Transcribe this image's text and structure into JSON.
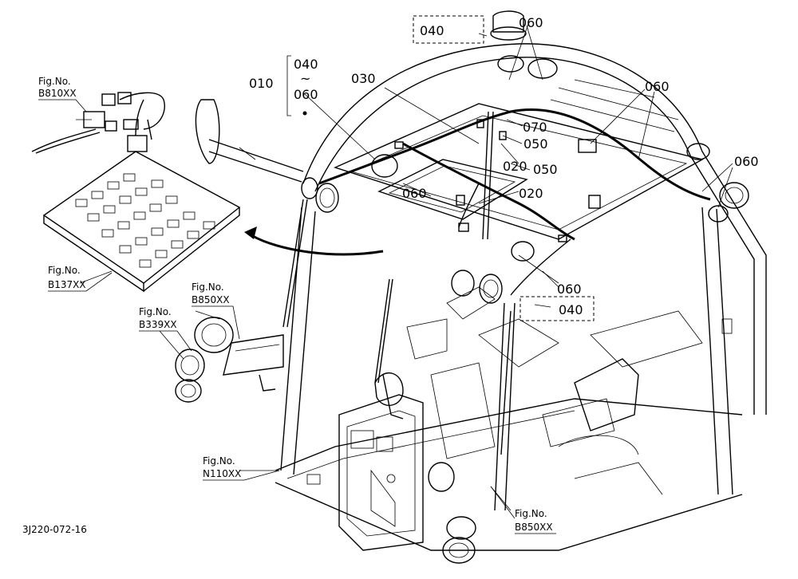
{
  "callouts": {
    "c010": "010",
    "c040_top": "040",
    "c040_range": "040",
    "c_tilde": "~",
    "c060_range": "060",
    "c060_top": "060",
    "c030": "030",
    "c070": "070",
    "c050_a": "050",
    "c020_a": "020",
    "c050_b": "050",
    "c060_right_a": "060",
    "c060_right_b": "060",
    "c060_left": "060",
    "c020_b": "020",
    "c060_center": "060",
    "c040_center": "040"
  },
  "figure_refs": {
    "fig_label": "Fig.No.",
    "b810": "B810XX",
    "b137": "B137XX",
    "b850_upper": "B850XX",
    "b339": "B339XX",
    "n110": "N110XX",
    "b850_lower": "B850XX"
  },
  "drawing_code": "3J220-072-16"
}
